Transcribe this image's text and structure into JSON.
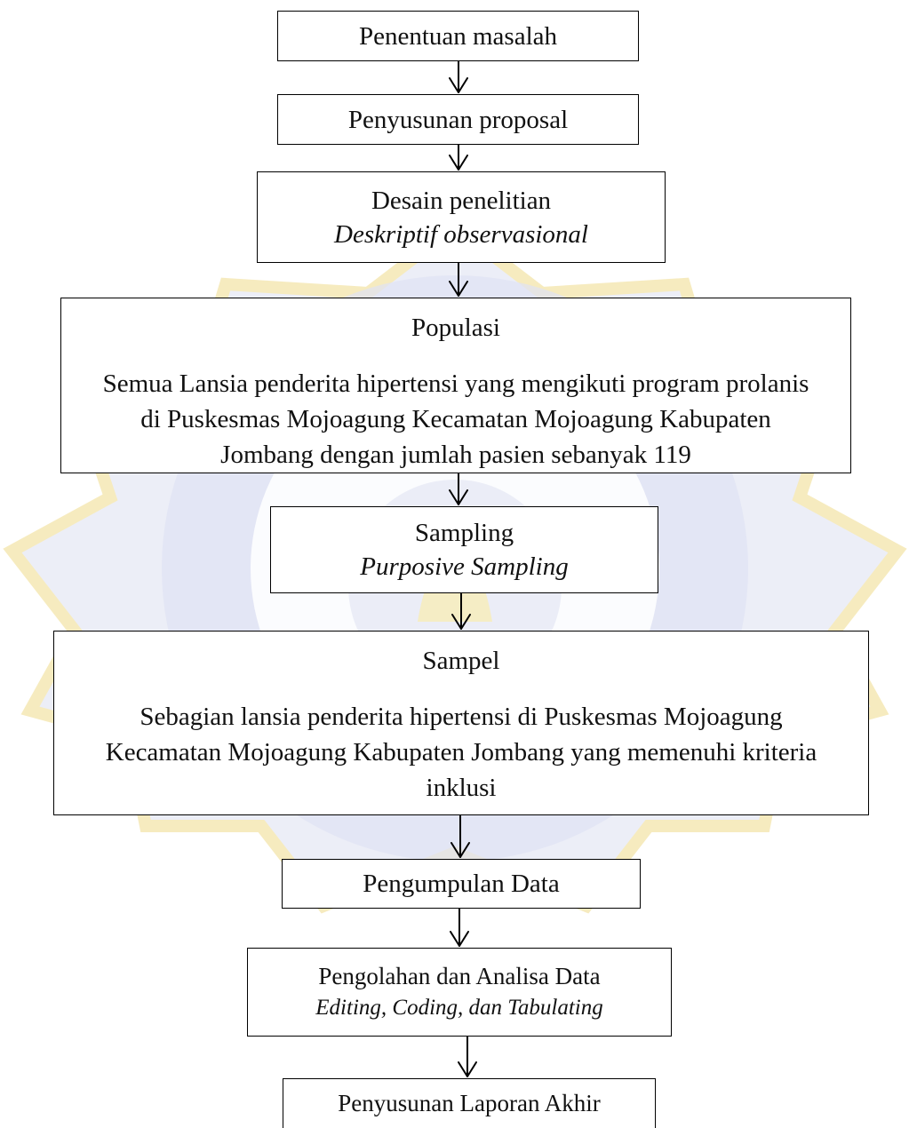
{
  "steps": {
    "penentuan": {
      "title": "Penentuan masalah"
    },
    "proposal": {
      "title": "Penyusunan proposal"
    },
    "desain": {
      "title": "Desain penelitian",
      "subtitle": "Deskriptif observasional"
    },
    "populasi": {
      "title": "Populasi",
      "description": "Semua Lansia penderita hipertensi yang mengikuti program prolanis di Puskesmas Mojoagung Kecamatan Mojoagung Kabupaten Jombang dengan jumlah pasien sebanyak 119"
    },
    "sampling": {
      "title": "Sampling",
      "subtitle": "Purposive Sampling"
    },
    "sampel": {
      "title": "Sampel",
      "description": "Sebagian lansia penderita hipertensi di Puskesmas Mojoagung Kecamatan Mojoagung Kabupaten Jombang yang memenuhi kriteria inklusi"
    },
    "pengumpulan": {
      "title": "Pengumpulan Data"
    },
    "pengolahan": {
      "title": "Pengolahan dan Analisa Data",
      "subtitle": "Editing, Coding, dan Tabulating"
    },
    "laporan": {
      "title": "Penyusunan Laporan Akhir"
    }
  },
  "colors": {
    "watermark_gold": "#f7e7a8",
    "watermark_blue": "#dcdff1",
    "border": "#000000"
  }
}
